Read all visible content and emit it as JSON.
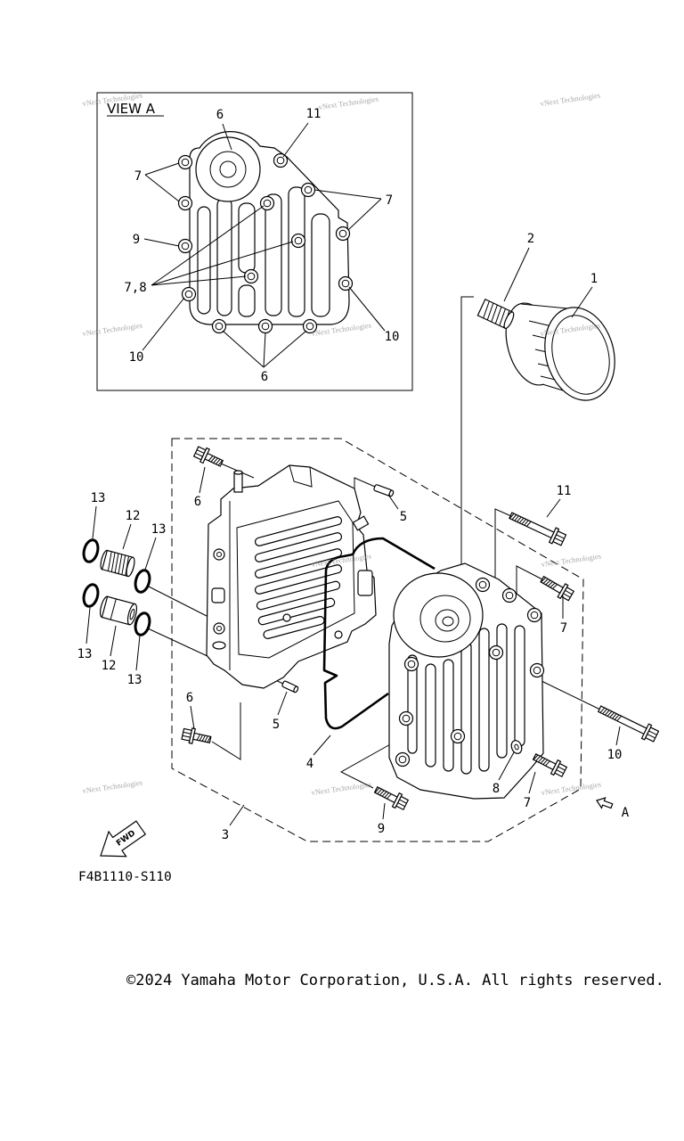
{
  "view_a": {
    "title": "VIEW A",
    "callouts": [
      "6",
      "11",
      "7",
      "7",
      "9",
      "7,8",
      "10",
      "10",
      "6"
    ]
  },
  "main_view": {
    "callouts": [
      "2",
      "1",
      "6",
      "5",
      "11",
      "13",
      "12",
      "13",
      "7",
      "13",
      "12",
      "13",
      "6",
      "5",
      "4",
      "10",
      "8",
      "7",
      "9",
      "3"
    ]
  },
  "view_marker": "A",
  "fwd_label": "FWD",
  "diagram_code": "F4B1110-S110",
  "watermark": "vNext Technologies",
  "copyright": "©2024 Yamaha Motor Corporation, U.S.A. All rights reserved."
}
